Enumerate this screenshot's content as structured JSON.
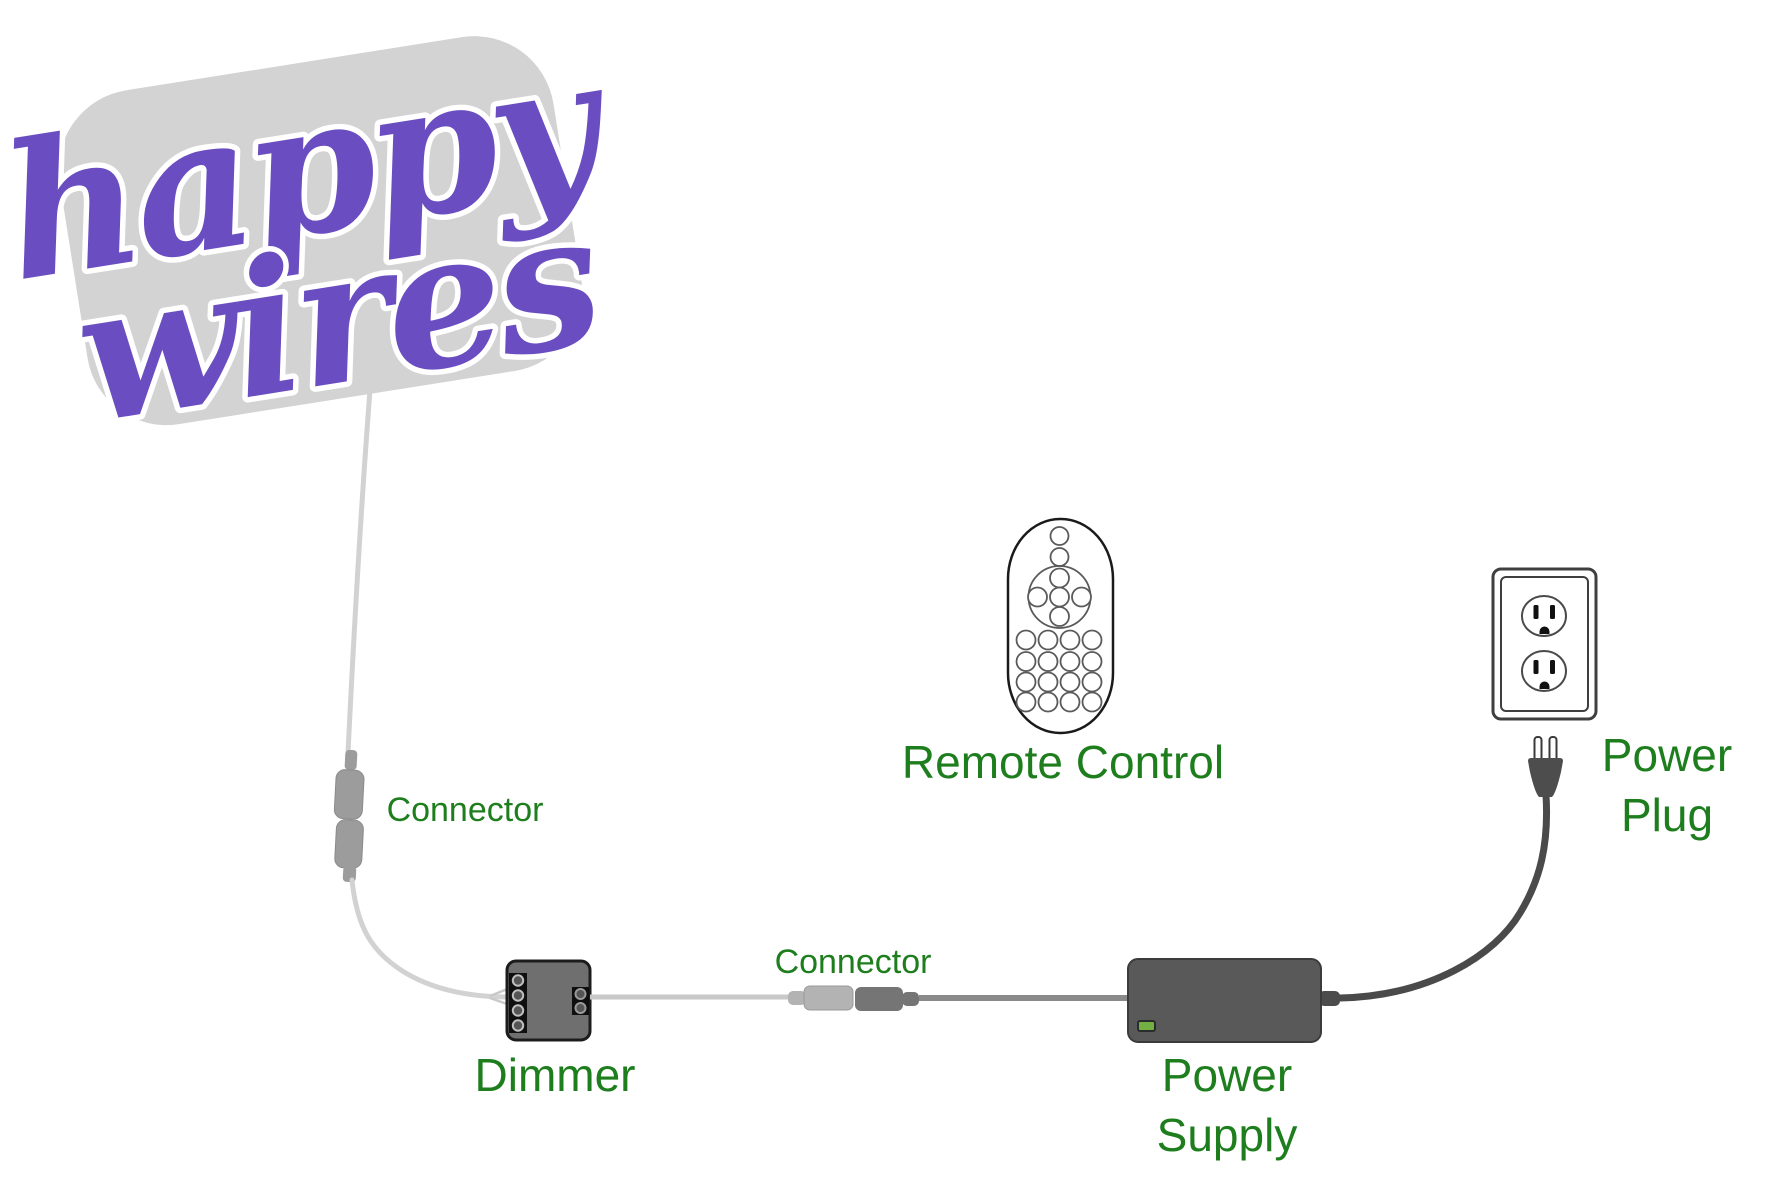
{
  "sign": {
    "word1": "happy",
    "word2": "wires"
  },
  "labels": {
    "connector1": "Connector",
    "connector2": "Connector",
    "dimmer": "Dimmer",
    "remote": "Remote Control",
    "power_supply": [
      "Power",
      "Supply"
    ],
    "power_plug": [
      "Power",
      "Plug"
    ]
  },
  "colors": {
    "label_green": "#1e7e1e",
    "sign_purple": "#6a4ec1",
    "sign_backing": "#d3d3d3",
    "wire_light": "#d2d2d2",
    "wire_mid": "#c9c9c9",
    "wire_dark": "#8a8a8a",
    "cable_dark": "#4a4a4a",
    "connector_gray": "#9c9c9c",
    "connector_light": "#b3b3b3",
    "connector_dark": "#757575",
    "dimmer_gray": "#6f6f6f",
    "psu_gray": "#595959",
    "led_green": "#73b043"
  }
}
